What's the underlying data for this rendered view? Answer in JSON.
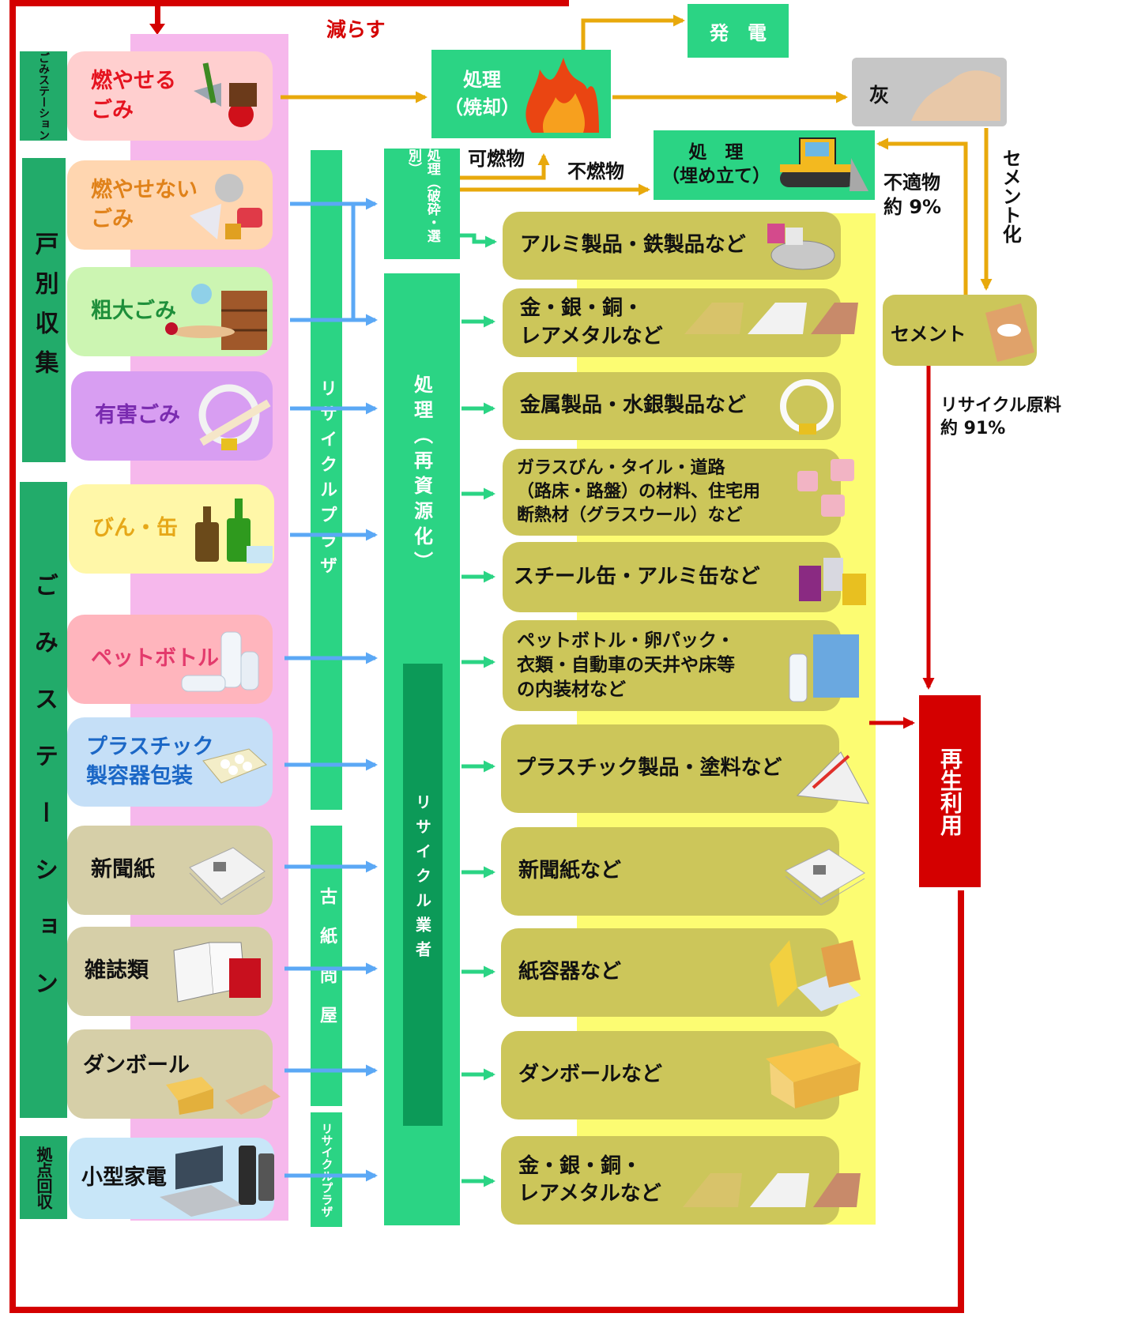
{
  "top_label": "減らす",
  "collection": {
    "station_short": "ごみステーション",
    "door_to_door": "戸別収集",
    "gomi_station": "ごみステーション",
    "kyoten": "拠点回収"
  },
  "sources": [
    {
      "label": "燃やせる\nごみ",
      "color": "#e5131f"
    },
    {
      "label": "燃やせない\nごみ",
      "color": "#e0821a"
    },
    {
      "label": "粗大ごみ",
      "color": "#1e8f3a"
    },
    {
      "label": "有害ごみ",
      "color": "#7a2bb0"
    },
    {
      "label": "びん・缶",
      "color": "#e6a818"
    },
    {
      "label": "ペットボトル",
      "color": "#e33a6c"
    },
    {
      "label": "プラスチック\n製容器包装",
      "color": "#1b67c6"
    },
    {
      "label": "新聞紙",
      "color": "#111111"
    },
    {
      "label": "雑誌類",
      "color": "#111111"
    },
    {
      "label": "ダンボール",
      "color": "#111111"
    },
    {
      "label": "小型家電",
      "color": "#111111"
    }
  ],
  "intermediaries": {
    "recycle_plaza": "リサイクルプラザ",
    "koshi_donya": "古紙問屋",
    "recycle_plaza_small": "リサイクルプラザ"
  },
  "processes": {
    "crush_sort": "処理（破砕・選別）",
    "recycling": "処理（再資源化）",
    "recycle_vendor": "リサイクル業者",
    "incineration": "処理\n（焼却）",
    "landfill": "処　理\n（埋め立て）",
    "power": "発　電",
    "ash": "灰",
    "cement": "セメント"
  },
  "flow_labels": {
    "combustible": "可燃物",
    "noncombustible": "不燃物",
    "unsuitable": "不適物\n約 9%",
    "cementation": "セメント化",
    "recycle_material": "リサイクル原料\n約 91%"
  },
  "outputs": [
    "アルミ製品・鉄製品など",
    "金・銀・銅・\nレアメタルなど",
    "金属製品・水銀製品など",
    "ガラスびん・タイル・道路\n（路床・路盤）の材料、住宅用\n断熱材（グラスウール）など",
    "スチール缶・アルミ缶など",
    "ペットボトル・卵パック・\n衣類・自動車の天井や床等\nの内装材など",
    "プラスチック製品・塗料など",
    "新聞紙など",
    "紙容器など",
    "ダンボールなど",
    "金・銀・銅・\nレアメタルなど"
  ],
  "reuse": "再生利用",
  "colors": {
    "red": "#d40000",
    "orange": "#e8a90c",
    "blue": "#5ba8f5",
    "green": "#2bd484",
    "dark_green": "#0c9a58",
    "olive": "#ccc65a",
    "pink": "#f6b8ec",
    "yellow": "#fcfc72"
  }
}
